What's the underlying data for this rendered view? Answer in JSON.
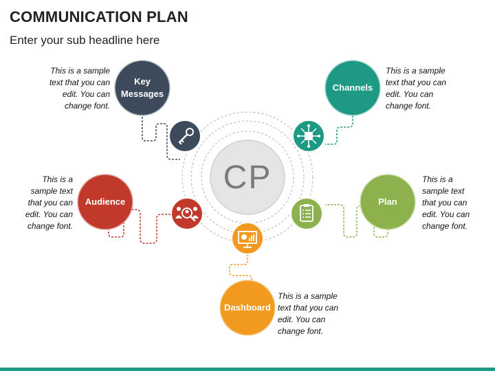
{
  "header": {
    "title": "COMMUNICATION PLAN",
    "subtitle": "Enter your sub headline here"
  },
  "center": {
    "label": "CP"
  },
  "nodes": [
    {
      "id": "key-messages",
      "label": "Key\nMessages",
      "color": "#3d4a5c",
      "icon": "key-icon",
      "description": "This is a sample text that you can edit. You can change font."
    },
    {
      "id": "channels",
      "label": "Channels",
      "color": "#1e9a84",
      "icon": "network-icon",
      "description": "This is a sample text that you can edit. You can change font."
    },
    {
      "id": "audience",
      "label": "Audience",
      "color": "#c0392b",
      "icon": "people-search-icon",
      "description": "This is a sample text that you can edit. You can change font."
    },
    {
      "id": "plan",
      "label": "Plan",
      "color": "#8db24d",
      "icon": "checklist-icon",
      "description": "This is a sample text that you can edit. You can change font."
    },
    {
      "id": "dashboard",
      "label": "Dashboard",
      "color": "#f29a1f",
      "icon": "presentation-chart-icon",
      "description": "This is a sample text that you can edit. You can change font."
    }
  ],
  "colors": {
    "footer": "#1e9a84",
    "ring": "#b0b0b0"
  }
}
